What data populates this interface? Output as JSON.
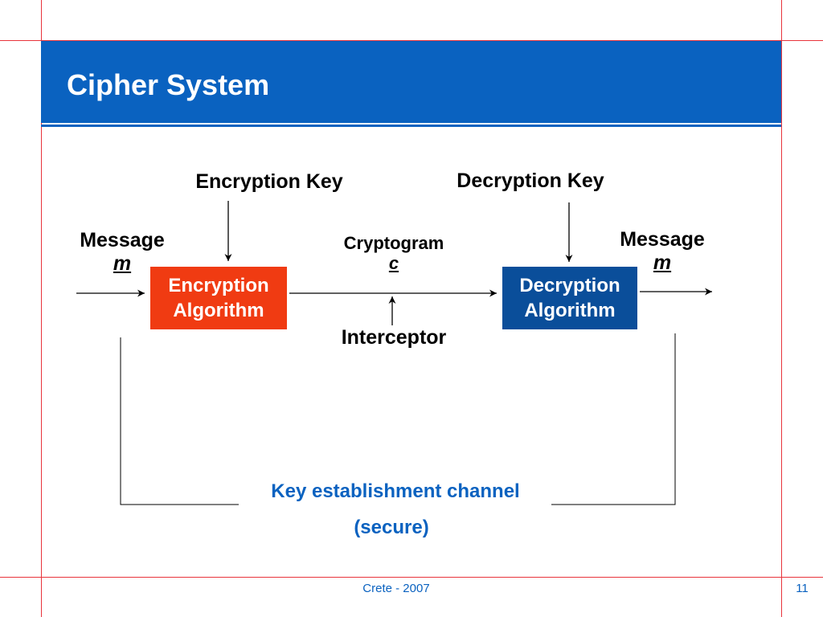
{
  "slide": {
    "title": "Cipher System",
    "footer_center": "Crete - 2007",
    "page_number": "11"
  },
  "diagram": {
    "encryption_key_label": "Encryption Key",
    "decryption_key_label": "Decryption Key",
    "input_message_label": "Message",
    "input_message_var": "m",
    "output_message_label": "Message",
    "output_message_var": "m",
    "cryptogram_label": "Cryptogram",
    "cryptogram_var": "c",
    "interceptor_label": "Interceptor",
    "encryption_box": {
      "line1": "Encryption",
      "line2": "Algorithm"
    },
    "decryption_box": {
      "line1": "Decryption",
      "line2": "Algorithm"
    },
    "channel_label": "Key establishment channel",
    "channel_note": "(secure)"
  },
  "colors": {
    "accent_blue": "#0a62c0",
    "encryption_red": "#f03b12",
    "decryption_blue": "#0a4e9a",
    "guide_red": "#e8343b"
  }
}
